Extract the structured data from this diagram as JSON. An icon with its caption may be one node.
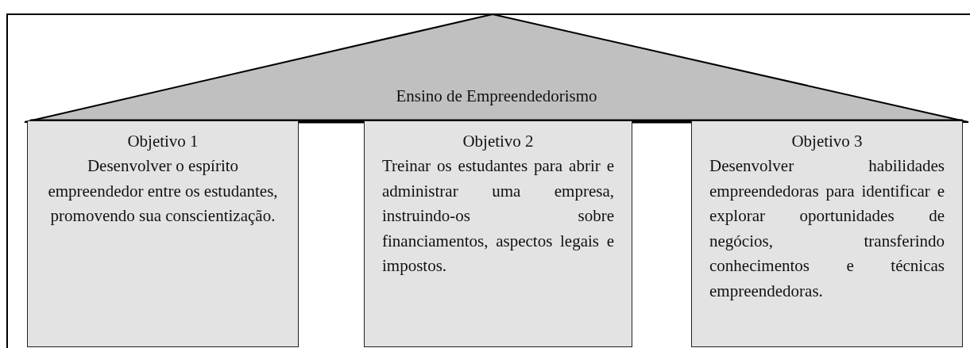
{
  "diagram": {
    "nodes": [
      {
        "text": [
          "Ensino de Empreendedorismo"
        ]
      },
      {
        "text": [
          "Objetivo 1",
          "Desenvolver o espírito empreendedor entre os estudantes, promovendo sua conscientização."
        ]
      },
      {
        "text": [
          "Objetivo 2",
          "Treinar os estudantes para abrir e administrar uma empresa, instruindo-os sobre financiamentos, aspectos legais e impostos."
        ]
      },
      {
        "text": [
          "Objetivo 3",
          "Desenvolver habilidades empreendedoras para identificar e explorar oportunidades de negócios, transferindo conhecimentos e técnicas empreendedoras."
        ]
      }
    ]
  }
}
